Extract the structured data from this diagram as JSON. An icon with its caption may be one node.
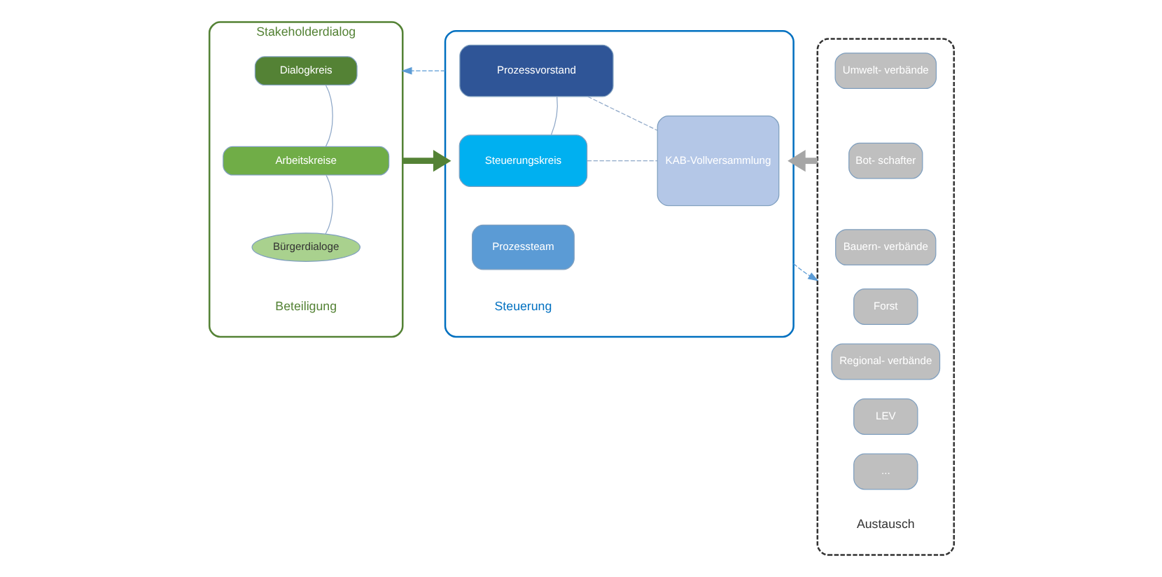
{
  "diagram": {
    "nodes": [
      {
        "text": [
          "Stakeholderdialog"
        ],
        "beside": [
          "Beteiligung"
        ]
      },
      {
        "text": [
          "Dialogkreis"
        ],
        "in": 0
      },
      {
        "text": [
          "Arbeitskreise"
        ],
        "in": 0
      },
      {
        "text": [
          "Bürgerdialoge"
        ],
        "in": 0
      },
      {
        "text": [],
        "shape": "box",
        "beside": [
          "Steuerung"
        ]
      },
      {
        "text": [
          "Prozessvorstand"
        ],
        "in": 4
      },
      {
        "text": [
          "Steuerungskreis"
        ],
        "in": 4
      },
      {
        "text": [
          "Prozessteam"
        ],
        "in": 4
      },
      {
        "text": [
          "KAB-Vollversammlung"
        ],
        "in": 4
      },
      {
        "text": [],
        "shape": "box",
        "beside": [
          "Austausch"
        ]
      },
      {
        "text": [
          "Umwelt- verbände"
        ],
        "in": 9
      },
      {
        "text": [
          "Bot- schafter"
        ],
        "in": 9
      },
      {
        "text": [
          "Bauern- verbände"
        ],
        "in": 9
      },
      {
        "text": [
          "Forst"
        ],
        "in": 9
      },
      {
        "text": [
          "Regional- verbände"
        ],
        "in": 9
      },
      {
        "text": [
          "LEV"
        ],
        "in": 9
      },
      {
        "text": [
          "..."
        ],
        "in": 9
      }
    ],
    "edges": [
      {
        "from": 1,
        "to": 2,
        "arrow": "none"
      },
      {
        "from": 2,
        "to": 3,
        "arrow": "none"
      },
      {
        "from": 5,
        "to": 6,
        "arrow": "none"
      },
      {
        "from": 5,
        "to": 8,
        "arrow": "none",
        "style": "dashed"
      },
      {
        "from": 6,
        "to": 8,
        "arrow": "none",
        "style": "dashed"
      },
      {
        "from": 0,
        "to": 4,
        "arrow": "to",
        "style": "thick",
        "color": "#548235"
      },
      {
        "from": 4,
        "to": 0,
        "arrow": "to",
        "style": "dashed",
        "color": "#5b9bd5"
      },
      {
        "from": 4,
        "to": 9,
        "arrow": "to",
        "style": "dashed",
        "color": "#5b9bd5"
      },
      {
        "from": 9,
        "to": 4,
        "arrow": "to",
        "style": "thick",
        "color": "#a6a6a6"
      }
    ]
  }
}
